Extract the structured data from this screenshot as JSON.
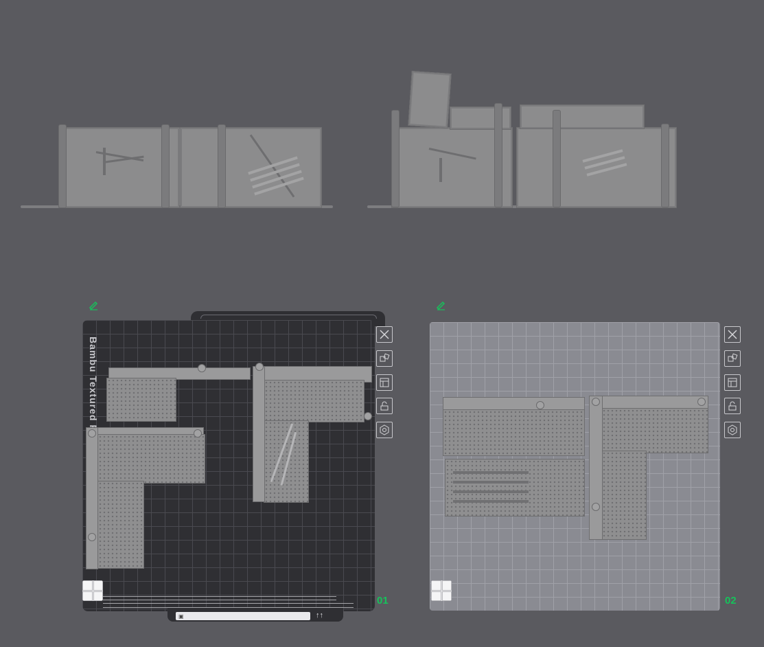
{
  "plates": [
    {
      "number": "01",
      "label": "Bambu Textured P",
      "theme": "dark",
      "status_text": "",
      "status_right": ""
    },
    {
      "number": "02",
      "label": "",
      "theme": "light"
    }
  ],
  "toolbar": [
    {
      "name": "close",
      "icon": "close-icon"
    },
    {
      "name": "arrange",
      "icon": "arrange-icon"
    },
    {
      "name": "layout",
      "icon": "layout-icon"
    },
    {
      "name": "lock",
      "icon": "lock-icon"
    },
    {
      "name": "settings",
      "icon": "gear-icon"
    }
  ],
  "colors": {
    "background": "#5a5a5f",
    "plate_dark": "#2f2f33",
    "plate_light": "#8a8b92",
    "model": "#8d8d8e",
    "plate_number": "#16c25b"
  }
}
